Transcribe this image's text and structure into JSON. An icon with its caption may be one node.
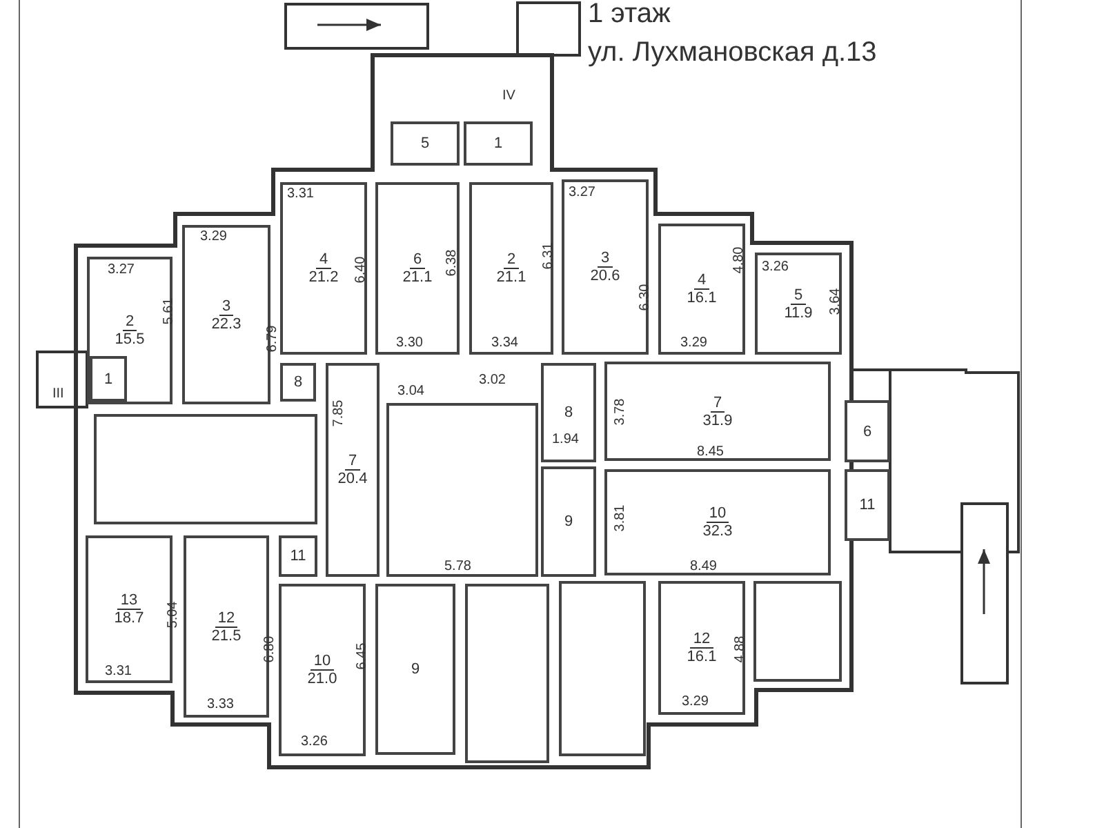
{
  "diagram": {
    "title": "1 этаж",
    "nodes": [
      {
        "text": [
          "5"
        ]
      },
      {
        "text": [
          "1"
        ]
      },
      {
        "text": [
          "4",
          "21.2"
        ]
      },
      {
        "text": [
          "6",
          "21.1"
        ]
      },
      {
        "text": [
          "2",
          "21.1"
        ]
      },
      {
        "text": [
          "3",
          "20.6"
        ]
      },
      {
        "text": [
          "3",
          "22.3"
        ]
      },
      {
        "text": [
          "4",
          "16.1"
        ]
      },
      {
        "text": [
          "5",
          "11.9"
        ]
      },
      {
        "text": [
          "2",
          "15.5"
        ]
      },
      {
        "text": [
          "1"
        ],
        "in": 9
      },
      {
        "text": [
          "8"
        ]
      },
      {
        "text": [
          "7",
          "20.4"
        ]
      },
      {
        "text": [
          "8"
        ]
      },
      {
        "text": [
          "7",
          "31.9"
        ]
      },
      {
        "text": [],
        "shape": "box"
      },
      {
        "text": [],
        "shape": "box"
      },
      {
        "text": [
          "6"
        ]
      },
      {
        "text": [
          "9"
        ]
      },
      {
        "text": [
          "10",
          "32.3"
        ]
      },
      {
        "text": [
          "11"
        ]
      },
      {
        "text": [
          "13",
          "18.7"
        ]
      },
      {
        "text": [
          "12",
          "21.5"
        ]
      },
      {
        "text": [
          "11"
        ]
      },
      {
        "text": [
          "10",
          "21.0"
        ]
      },
      {
        "text": [
          "9"
        ]
      },
      {
        "text": [],
        "shape": "box"
      },
      {
        "text": [],
        "shape": "box"
      },
      {
        "text": [
          "12",
          "16.1"
        ]
      },
      {
        "text": [],
        "shape": "box"
      }
    ],
    "labels": [
      "ул. Лухмановская д.13",
      "IV",
      "3.31",
      "3.27",
      "6.40",
      "6.38",
      "6.31",
      "6.30",
      "3.29",
      "4.80",
      "3.27",
      "3.26",
      "5.61",
      "6.79",
      "3.64",
      "3.30",
      "3.34",
      "3.29",
      "III",
      "3.04",
      "3.02",
      "7.85",
      "1.94",
      "3.78",
      "8.45",
      "3.81",
      "5.78",
      "8.49",
      "5.04",
      "6.80",
      "6.45",
      "4.88",
      "3.31",
      "3.33",
      "3.29",
      "3.26"
    ]
  }
}
